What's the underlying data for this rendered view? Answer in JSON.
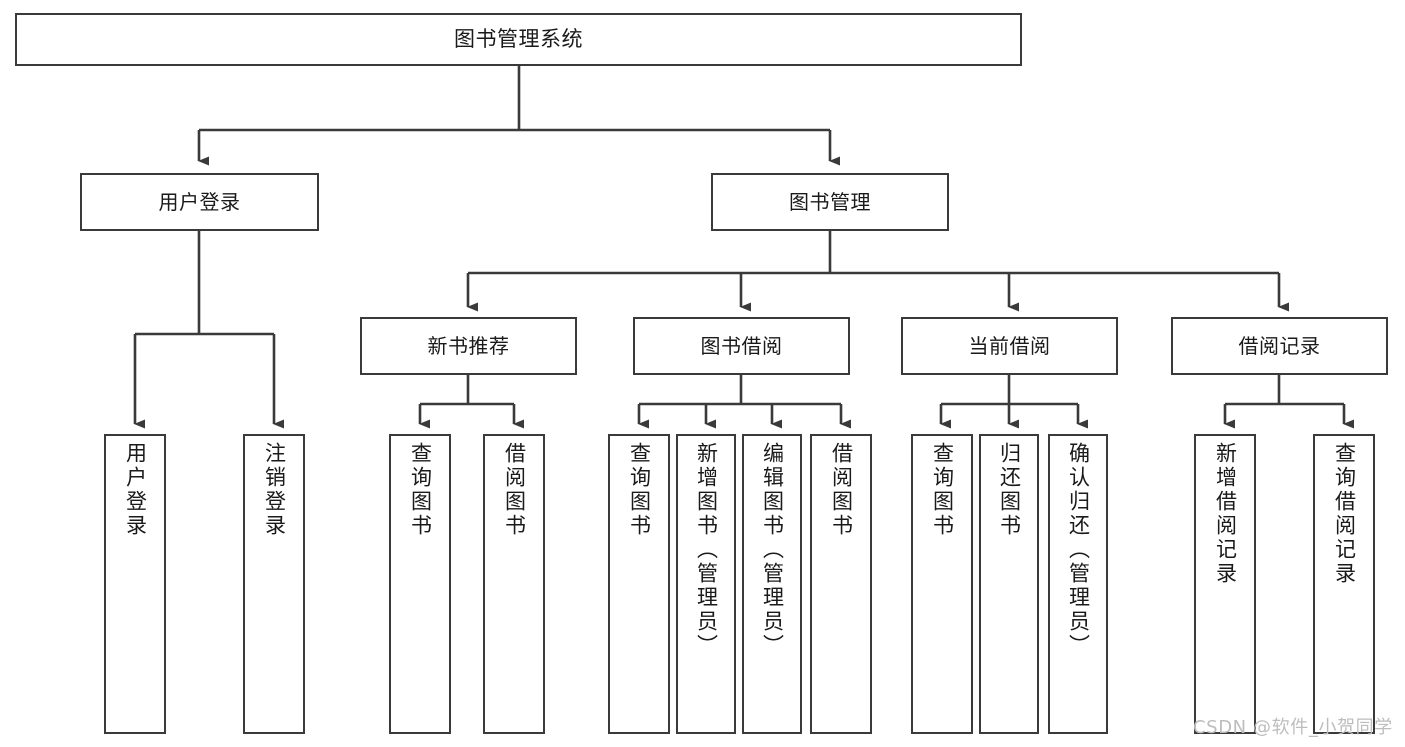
{
  "diagram": {
    "title": "图书管理系统",
    "type": "function-structure-tree",
    "colors": {
      "box_border": "#3a3a3a",
      "box_fill": "#ffffff",
      "edge": "#3a3a3a",
      "text": "#1a1a1a",
      "watermark": "#bdbdbd",
      "background": "#ffffff"
    },
    "watermark": "CSDN @软件_小贺同学",
    "nodes": {
      "root": {
        "label": "图书管理系统"
      },
      "level2": [
        {
          "id": "user-login",
          "label": "用户登录"
        },
        {
          "id": "book-manage",
          "label": "图书管理"
        }
      ],
      "level3": [
        {
          "id": "new-book-recommend",
          "label": "新书推荐"
        },
        {
          "id": "book-borrow",
          "label": "图书借阅"
        },
        {
          "id": "current-borrow",
          "label": "当前借阅"
        },
        {
          "id": "borrow-record",
          "label": "借阅记录"
        }
      ],
      "leaves": [
        {
          "id": "leaf-user-login",
          "label": "用户登录"
        },
        {
          "id": "leaf-logout-login",
          "label": "注销登录"
        },
        {
          "id": "leaf-query-book-1",
          "label": "查询图书"
        },
        {
          "id": "leaf-borrow-book-1",
          "label": "借阅图书"
        },
        {
          "id": "leaf-query-book-2",
          "label": "查询图书"
        },
        {
          "id": "leaf-add-book-admin",
          "label": "新增图书（管理员）"
        },
        {
          "id": "leaf-edit-book-admin",
          "label": "编辑图书（管理员）"
        },
        {
          "id": "leaf-borrow-book-2",
          "label": "借阅图书"
        },
        {
          "id": "leaf-query-book-3",
          "label": "查询图书"
        },
        {
          "id": "leaf-return-book",
          "label": "归还图书"
        },
        {
          "id": "leaf-confirm-return-admin",
          "label": "确认归还（管理员）"
        },
        {
          "id": "leaf-add-borrow-record",
          "label": "新增借阅记录"
        },
        {
          "id": "leaf-query-borrow-record",
          "label": "查询借阅记录"
        }
      ]
    }
  }
}
